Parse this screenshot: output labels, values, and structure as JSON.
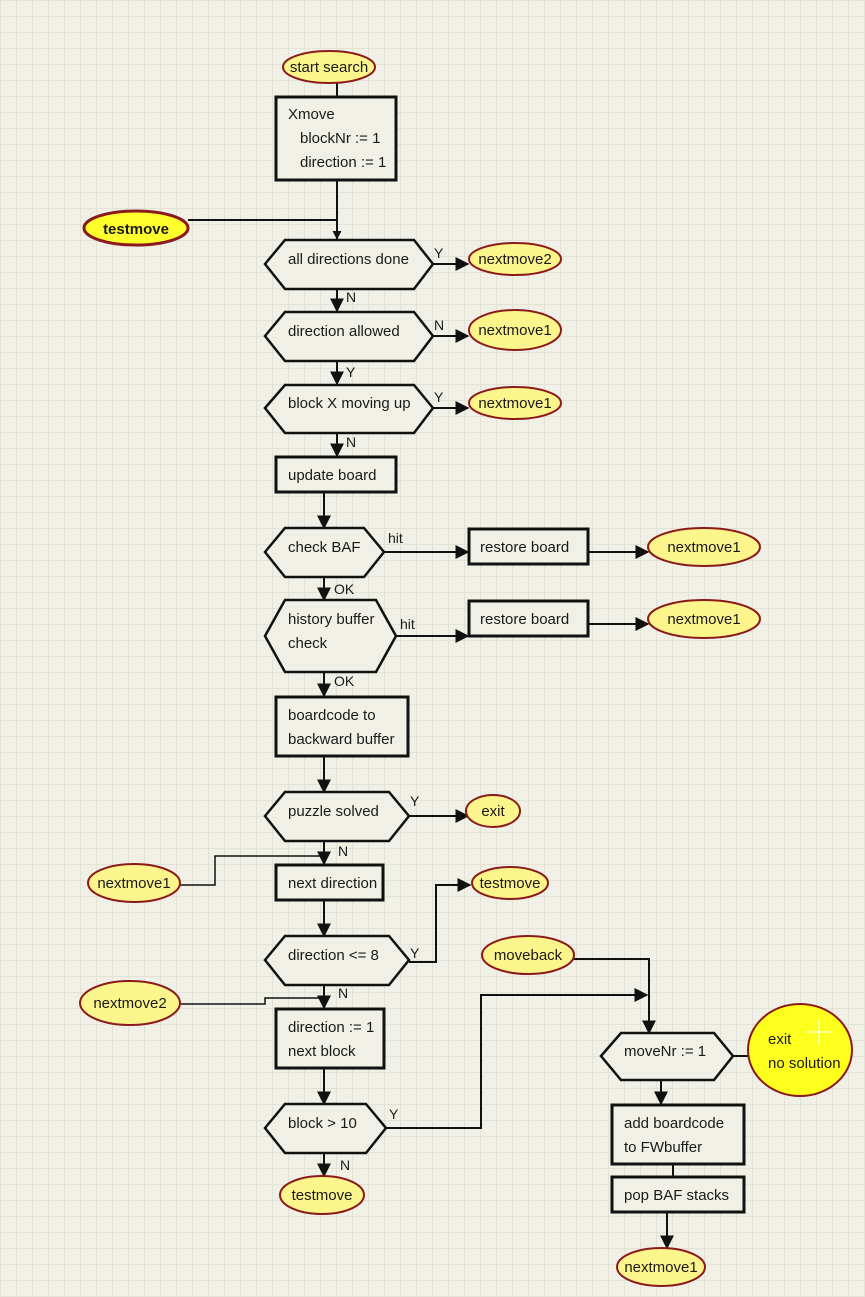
{
  "nodes": {
    "start_search": "start search",
    "xmove": [
      "Xmove",
      "blockNr := 1",
      "direction := 1"
    ],
    "testmove_entry": "testmove",
    "all_directions_done": "all directions done",
    "nextmove2_a": "nextmove2",
    "direction_allowed": "direction allowed",
    "nextmove1_a": "nextmove1",
    "block_x_moving_up": "block X moving up",
    "nextmove1_b": "nextmove1",
    "update_board": "update board",
    "check_baf": "check BAF",
    "restore_board_a": "restore board",
    "nextmove1_c": "nextmove1",
    "history_buffer_check": [
      "history buffer",
      "check"
    ],
    "restore_board_b": "restore board",
    "nextmove1_d": "nextmove1",
    "boardcode_backward": [
      "boardcode to",
      "backward buffer"
    ],
    "puzzle_solved": "puzzle solved",
    "exit": "exit",
    "nextmove1_e": "nextmove1",
    "next_direction": "next direction",
    "testmove_b": "testmove",
    "direction_le_8": "direction <= 8",
    "moveback": "moveback",
    "nextmove2_b": "nextmove2",
    "direction_reset": [
      "direction := 1",
      "next block"
    ],
    "movenr_eq_1": "moveNr := 1",
    "exit_no_solution": [
      "exit",
      "no solution"
    ],
    "block_gt_10": "block > 10",
    "add_boardcode_fw": [
      "add boardcode",
      "to FWbuffer"
    ],
    "testmove_c": "testmove",
    "pop_baf_stacks": "pop BAF stacks",
    "nextmove1_f": "nextmove1"
  },
  "edge_labels": {
    "all_done_yes": "Y",
    "all_done_no": "N",
    "allowed_no": "N",
    "allowed_yes": "Y",
    "moving_up_yes": "Y",
    "moving_up_no": "N",
    "baf_hit": "hit",
    "baf_ok": "OK",
    "history_hit": "hit",
    "history_ok": "OK",
    "solved_yes": "Y",
    "solved_no": "N",
    "dir8_yes": "Y",
    "dir8_no": "N",
    "block10_yes": "Y",
    "block10_no": "N"
  },
  "colors": {
    "background": "#f1f0e6",
    "grid": "#e3e2d6",
    "terminal_fill": "#fbf58c",
    "terminal_stroke": "#8b1a1a",
    "highlight_fill": "#ffff1e"
  }
}
